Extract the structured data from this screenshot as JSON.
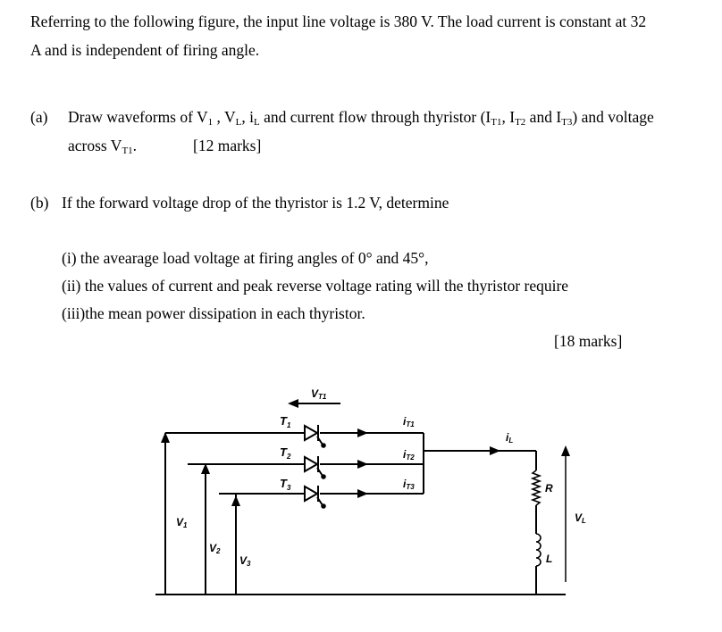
{
  "intro": {
    "line1": "Referring to the following figure, the input line voltage is 380 V. The load current is constant at 32",
    "line2": "A and is independent of firing angle."
  },
  "part_a": {
    "label": "(a)",
    "text1": "Draw waveforms of V",
    "sub1": "1",
    "text2": " , V",
    "sub2": "L",
    "text3": ", i",
    "sub3": "L",
    "text4": " and current flow through thyristor (I",
    "sub4": "T1",
    "text5": ", I",
    "sub5": "T2",
    "text6": " and I",
    "sub6": "T3",
    "text7": ") and voltage",
    "line2_text": "across V",
    "line2_sub": "T1",
    "line2_end": ".",
    "marks": "[12 marks]"
  },
  "part_b": {
    "label": "(b)",
    "text": "If the forward voltage drop of the thyristor is 1.2 V, determine",
    "items": [
      "(i) the avearage load voltage at firing angles of 0° and 45°,",
      "(ii) the values of current and peak reverse voltage rating will the thyristor require",
      "(iii)the mean power dissipation in each thyristor."
    ],
    "marks": "[18 marks]"
  },
  "figure": {
    "vt1_label": "V",
    "vt1_sub": "T1",
    "thyristors": [
      {
        "label": "T",
        "sub": "1"
      },
      {
        "label": "T",
        "sub": "2"
      },
      {
        "label": "T",
        "sub": "3"
      }
    ],
    "currents": [
      {
        "label": "i",
        "sub": "T1"
      },
      {
        "label": "i",
        "sub": "T2"
      },
      {
        "label": "i",
        "sub": "T3"
      }
    ],
    "il_label": "i",
    "il_sub": "L",
    "r_label": "R",
    "l_label": "L",
    "vl_label": "V",
    "vl_sub": "L",
    "sources": [
      {
        "label": "V",
        "sub": "1"
      },
      {
        "label": "V",
        "sub": "2"
      },
      {
        "label": "V",
        "sub": "3"
      }
    ]
  }
}
